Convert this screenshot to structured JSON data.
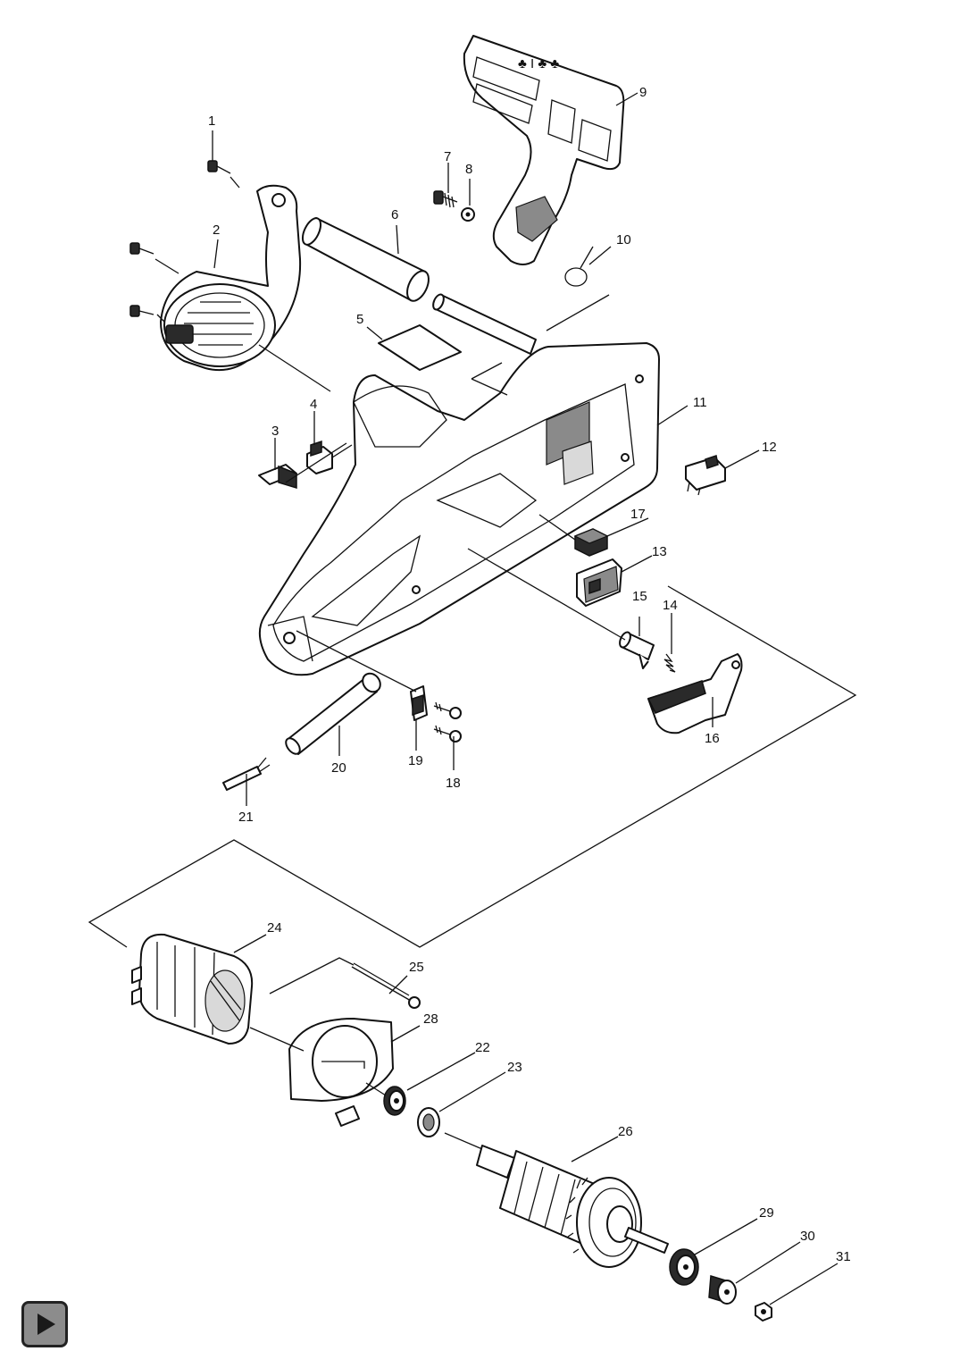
{
  "diagram": {
    "title": "",
    "callouts": [
      "1",
      "2",
      "3",
      "4",
      "5",
      "6",
      "7",
      "8",
      "9",
      "10",
      "11",
      "12",
      "13",
      "14",
      "15",
      "16",
      "17",
      "18",
      "19",
      "20",
      "21",
      "22",
      "23",
      "24",
      "25",
      "26",
      "28",
      "29",
      "30",
      "31"
    ]
  },
  "controls": {
    "play_icon": "play-icon"
  },
  "colors": {
    "line": "#111111",
    "button_fill": "#8c8c8c",
    "button_border": "#222222"
  }
}
